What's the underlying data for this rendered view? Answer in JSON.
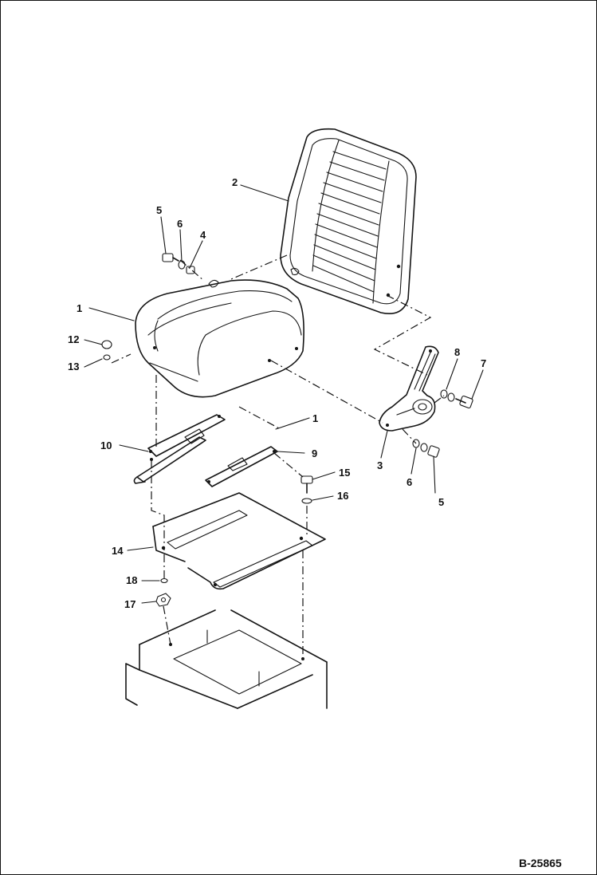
{
  "callouts": {
    "c1a": "1",
    "c1b": "1",
    "c2": "2",
    "c3": "3",
    "c4": "4",
    "c5a": "5",
    "c5b": "5",
    "c6a": "6",
    "c6b": "6",
    "c7": "7",
    "c8": "8",
    "c9": "9",
    "c10": "10",
    "c12": "12",
    "c13": "13",
    "c14": "14",
    "c15": "15",
    "c16": "16",
    "c17": "17",
    "c18": "18"
  },
  "figure_id": "B-25865"
}
